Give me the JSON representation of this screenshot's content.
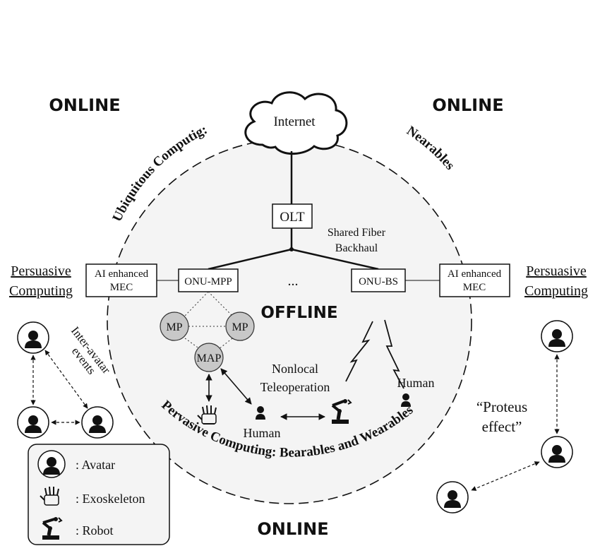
{
  "zones": {
    "online_top_left": "ONLINE",
    "online_top_right": "ONLINE",
    "online_bottom": "ONLINE",
    "offline": "OFFLINE"
  },
  "arc_labels": {
    "ubiquitous": "Ubiquitous Computig:",
    "nearables": "Nearables",
    "pervasive": "Pervasive Computing: Bearables and Wearables"
  },
  "network": {
    "internet": "Internet",
    "olt": "OLT",
    "backhaul_line1": "Shared Fiber",
    "backhaul_line2": "Backhaul",
    "ellipsis": "...",
    "onu_mpp": "ONU-MPP",
    "onu_bs": "ONU-BS",
    "mec_left_line1": "AI enhanced",
    "mec_left_line2": "MEC",
    "mec_right_line1": "AI enhanced",
    "mec_right_line2": "MEC",
    "mp_left": "MP",
    "mp_right": "MP",
    "map": "MAP"
  },
  "sides": {
    "left_line1": "Persuasive",
    "left_line2": "Computing",
    "right_line1": "Persuasive",
    "right_line2": "Computing",
    "inter_avatar_line1": "Inter-avatar",
    "inter_avatar_line2": "events",
    "proteus_line1": "“Proteus",
    "proteus_line2": "effect”"
  },
  "inner": {
    "nonlocal_line1": "Nonlocal",
    "nonlocal_line2": "Teleoperation",
    "human_center": "Human",
    "human_right": "Human"
  },
  "legend": {
    "avatar": ": Avatar",
    "exoskeleton": ": Exoskeleton",
    "robot": ": Robot"
  },
  "icons": [
    "avatar-icon",
    "exoskeleton-icon",
    "robot-icon",
    "human-icon",
    "cloud-icon",
    "lightning-icon"
  ]
}
